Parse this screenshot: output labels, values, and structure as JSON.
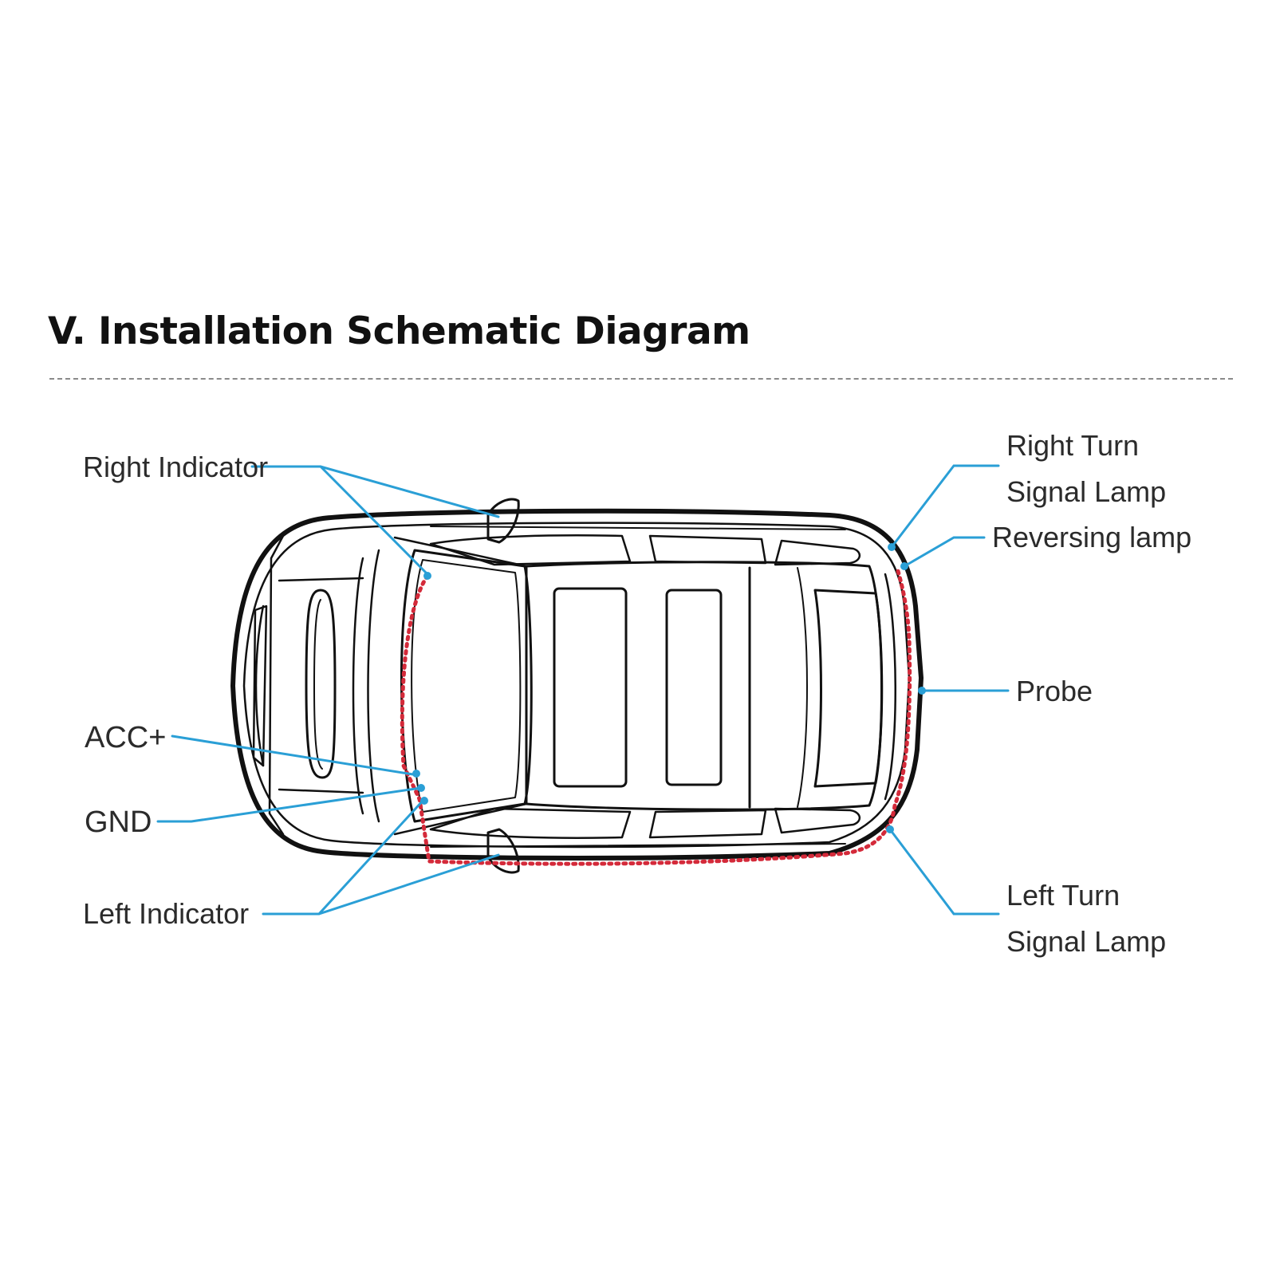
{
  "title": "V. Installation Schematic Diagram",
  "labels": {
    "right_indicator": "Right Indicator",
    "acc": "ACC+",
    "gnd": "GND",
    "left_indicator": "Left Indicator",
    "right_turn_1": "Right Turn",
    "right_turn_2": "Signal Lamp",
    "reversing": "Reversing lamp",
    "probe": "Probe",
    "left_turn_1": "Left Turn",
    "left_turn_2": "Signal Lamp"
  },
  "colors": {
    "leader": "#2a9fd6",
    "wire": "#d42a3a",
    "outline": "#111111"
  }
}
